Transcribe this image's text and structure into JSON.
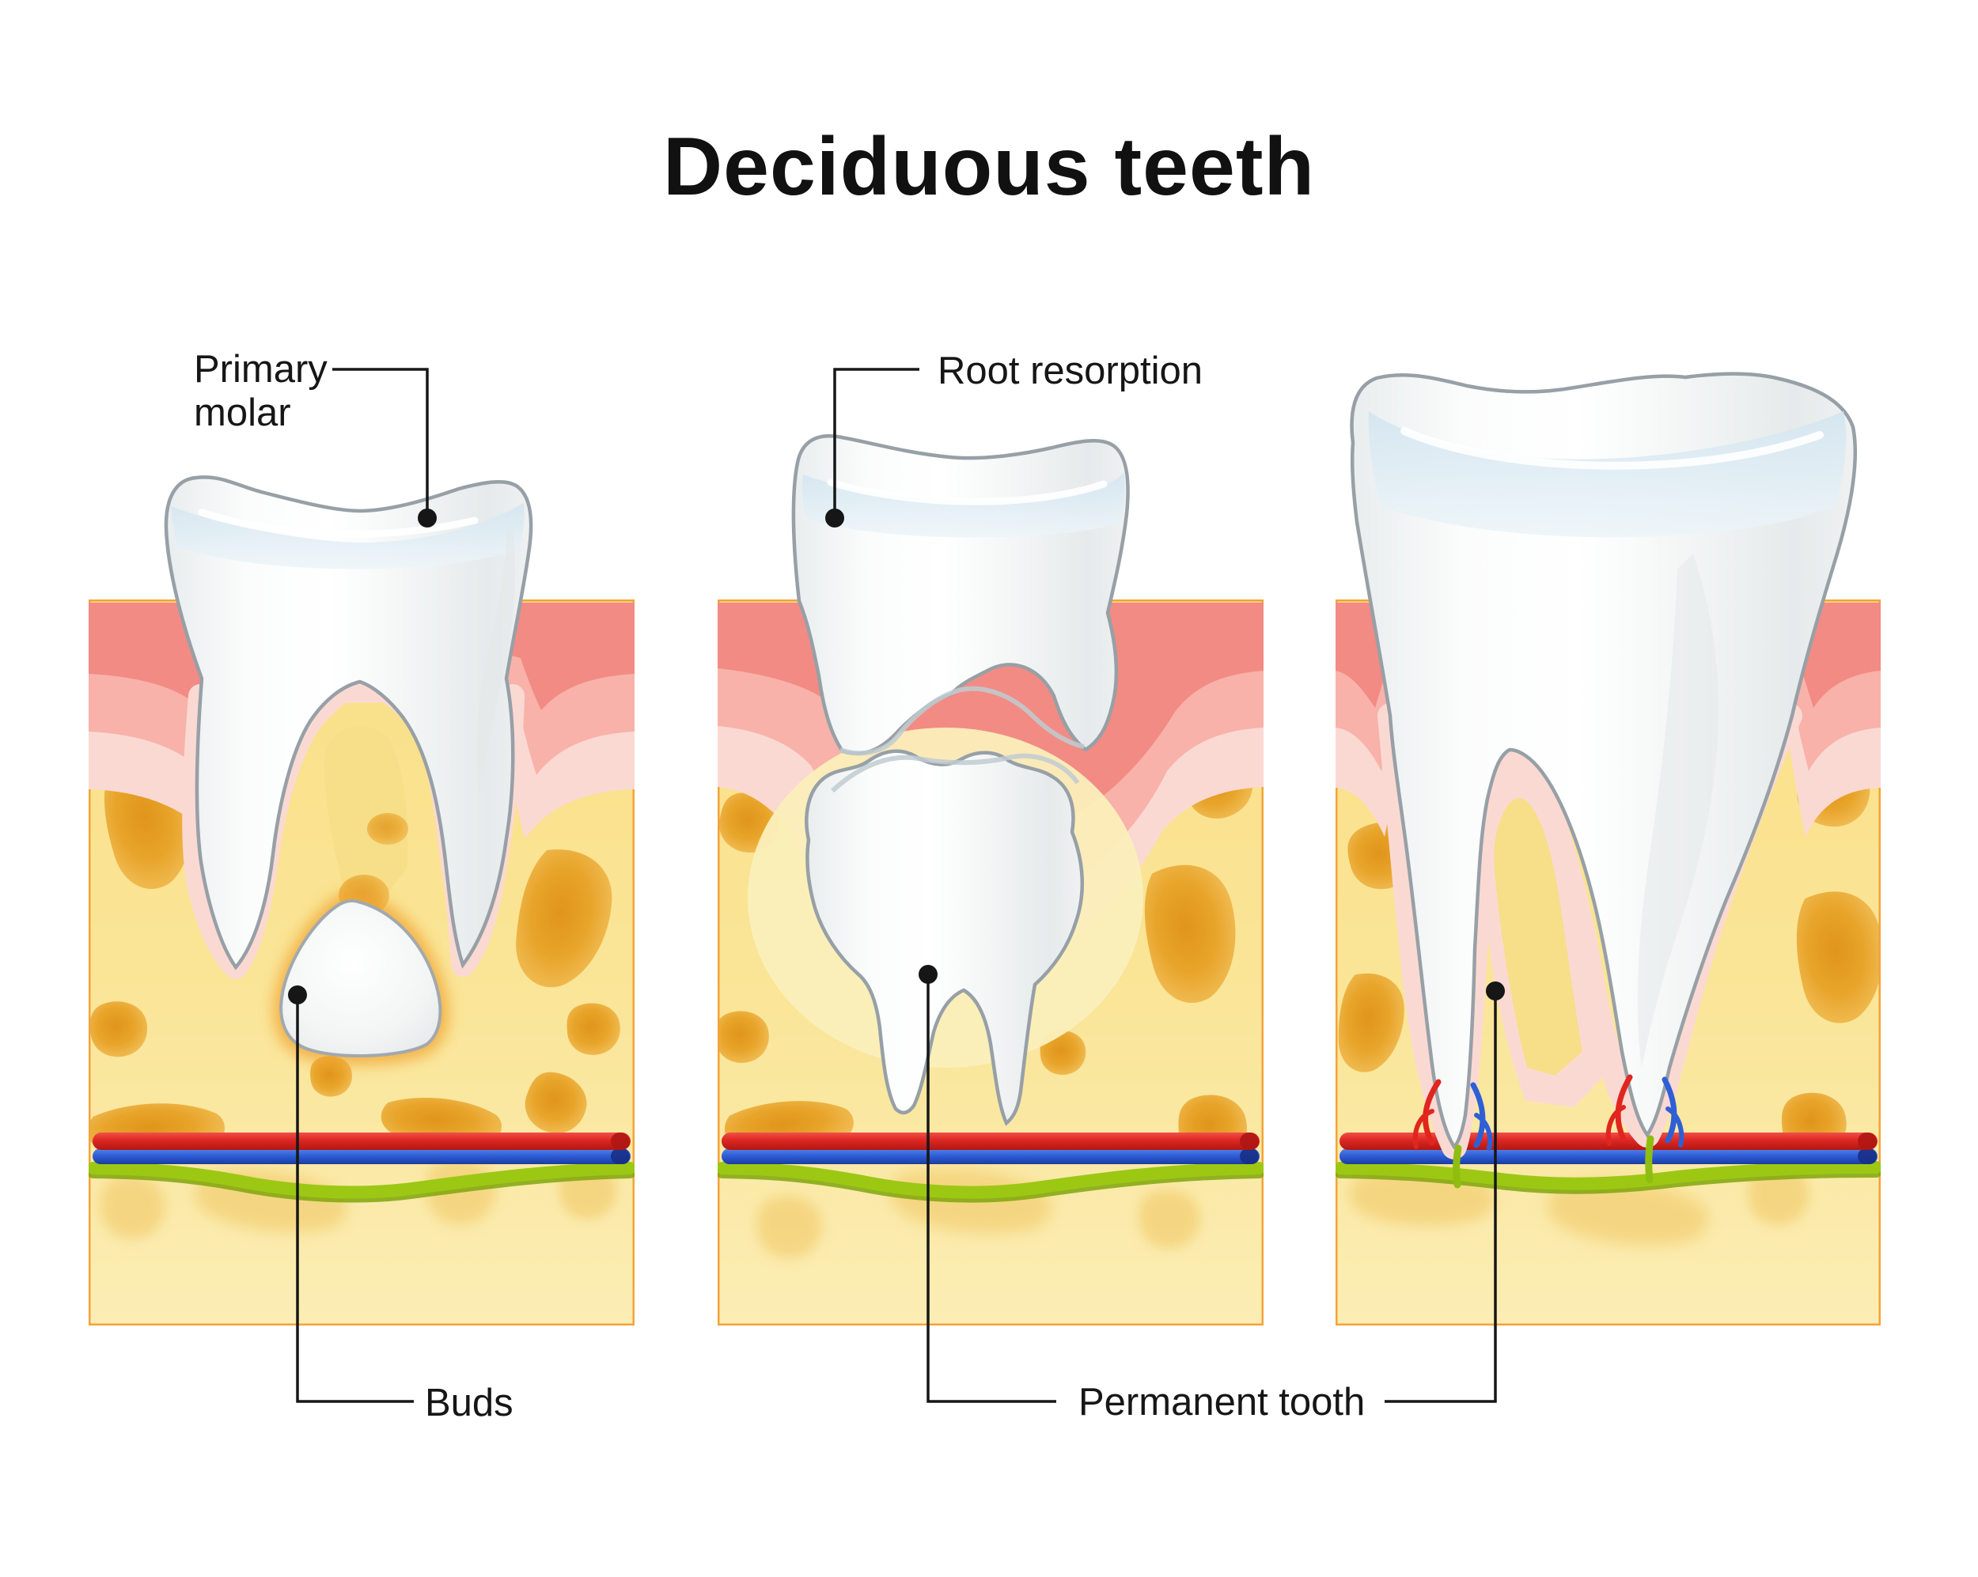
{
  "title": "Deciduous teeth",
  "labels": {
    "primary_molar": "Primary molar",
    "primary_molar_line1": "Primary",
    "primary_molar_line2": "molar",
    "root_resorption": "Root resorption",
    "buds": "Buds",
    "permanent_tooth": "Permanent tooth"
  },
  "panels": [
    {
      "id": "panel-primary-molar",
      "labels_pointing_here": [
        "Primary molar",
        "Buds"
      ]
    },
    {
      "id": "panel-root-resorption",
      "labels_pointing_here": [
        "Root resorption",
        "Permanent tooth"
      ]
    },
    {
      "id": "panel-erupted-permanent-tooth",
      "labels_pointing_here": [
        "Permanent tooth"
      ]
    }
  ],
  "colors": {
    "background": "#FFFFFF",
    "ink": "#161616",
    "bone": "#FAE496",
    "bone_spot": "#E8A42A",
    "panel_border": "#F2A43A",
    "gum_dark": "#F28B84",
    "gum_mid": "#F8B2AA",
    "gum_light": "#FBD9D3",
    "tooth_outline": "#97A0A6",
    "enamel_tint": "#DCEAF3",
    "artery_red": "#DC2722",
    "vein_blue": "#2C5CD6",
    "nerve_green": "#9CC814",
    "bud_glow": "#F0A22E"
  }
}
